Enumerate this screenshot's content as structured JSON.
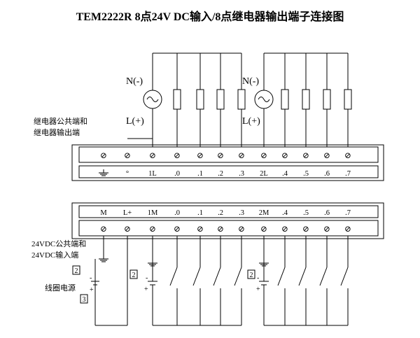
{
  "title": "TEM2222R  8点24V DC输入/8点继电器输出端子连接图",
  "output_section": {
    "supply_labels": {
      "neutral": "N(-)",
      "live": "L(+)"
    },
    "common_note": [
      "继电器公共端和",
      "继电器输出端"
    ],
    "terminal_labels": [
      "",
      "°",
      "1L",
      ".0",
      ".1",
      ".2",
      ".3",
      "2L",
      ".4",
      ".5",
      ".6",
      ".7"
    ]
  },
  "input_section": {
    "terminal_labels": [
      "M",
      "L+",
      "1M",
      ".0",
      ".1",
      ".2",
      ".3",
      "2M",
      ".4",
      ".5",
      ".6",
      ".7"
    ],
    "common_note": [
      "24VDC公共端和",
      "24VDC输入端"
    ],
    "coil_supply_label": "线圈电源",
    "ref_numbers": [
      "2",
      "2",
      "2",
      "3"
    ],
    "polarity_minus": "-",
    "polarity_plus": "+"
  },
  "screw_symbol": "⊘"
}
